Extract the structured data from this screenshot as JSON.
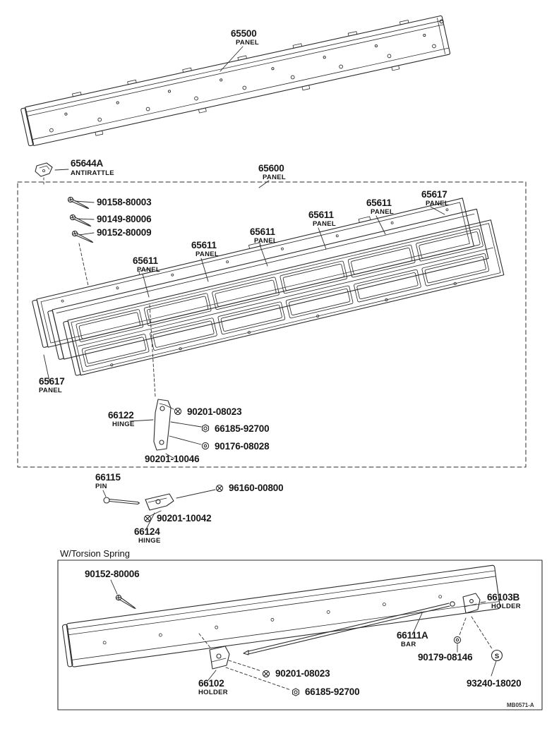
{
  "page": {
    "drawing_code": "MB0571-A",
    "torsion_section_title": "W/Torsion Spring"
  },
  "parts": {
    "panel_65500": {
      "num": "65500",
      "type": "PANEL"
    },
    "antirattle_65644a": {
      "num": "65644A",
      "type": "ANTIRATTLE"
    },
    "panel_65600": {
      "num": "65600",
      "type": "PANEL"
    },
    "screw_90158": {
      "num": "90158-80003"
    },
    "screw_90149": {
      "num": "90149-80006"
    },
    "screw_90152": {
      "num": "90152-80009"
    },
    "panel_65611": {
      "num": "65611",
      "type": "PANEL"
    },
    "panel_65617": {
      "num": "65617",
      "type": "PANEL"
    },
    "hinge_66122": {
      "num": "66122",
      "type": "HINGE"
    },
    "bolt_90201_08023": {
      "num": "90201-08023"
    },
    "nut_66185_92700": {
      "num": "66185-92700"
    },
    "washer_90176": {
      "num": "90176-08028"
    },
    "bolt_90201_10046": {
      "num": "90201-10046"
    },
    "pin_66115": {
      "num": "66115",
      "type": "PIN"
    },
    "screw_96160": {
      "num": "96160-00800"
    },
    "bolt_90201_10042": {
      "num": "90201-10042"
    },
    "hinge_66124": {
      "num": "66124",
      "type": "HINGE"
    },
    "screw_90152_80006": {
      "num": "90152-80006"
    },
    "holder_66103b": {
      "num": "66103B",
      "type": "HOLDER"
    },
    "bar_66111a": {
      "num": "66111A",
      "type": "BAR"
    },
    "washer_90179": {
      "num": "90179-08146"
    },
    "spring_mark": "S",
    "spring_93240": {
      "num": "93240-18020"
    },
    "holder_66102": {
      "num": "66102",
      "type": "HOLDER"
    }
  }
}
